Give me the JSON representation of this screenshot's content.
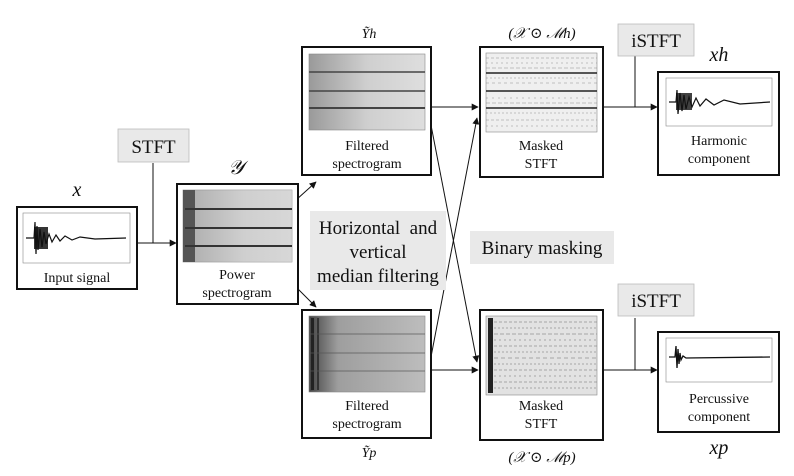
{
  "colors": {
    "stroke": "#111111",
    "tag_fill": "#e9e9e9",
    "spectrogram_bg": "#d8d8d8"
  },
  "tags": {
    "stft": "STFT",
    "istft_top": "iSTFT",
    "istft_bottom": "iSTFT",
    "median_filtering": [
      "Horizontal  and",
      "vertical",
      "median filtering"
    ],
    "binary_masking": "Binary masking"
  },
  "nodes": {
    "input": {
      "symbol": "x",
      "caption": [
        "Input signal"
      ]
    },
    "power": {
      "symbol": "𝒴",
      "caption": [
        "Power",
        "spectrogram"
      ]
    },
    "filtered_h": {
      "symbol": "Ỹh",
      "caption": [
        "Filtered",
        "spectrogram"
      ]
    },
    "filtered_p": {
      "symbol": "Ỹp",
      "caption": [
        "Filtered",
        "spectrogram"
      ]
    },
    "masked_h": {
      "symbol": "(𝒳 ⊙ ℳh)",
      "caption": [
        "Masked",
        "STFT"
      ]
    },
    "masked_p": {
      "symbol": "(𝒳 ⊙ ℳp)",
      "caption": [
        "Masked",
        "STFT"
      ]
    },
    "harmonic": {
      "symbol": "xh",
      "caption": [
        "Harmonic",
        "component"
      ]
    },
    "percussive": {
      "symbol": "xp",
      "caption": [
        "Percussive",
        "component"
      ]
    }
  }
}
